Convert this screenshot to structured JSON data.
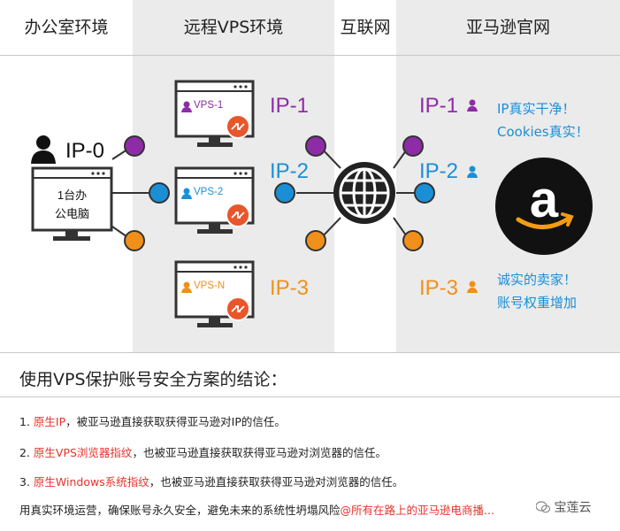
{
  "columns": {
    "office": "办公室环境",
    "vps": "远程VPS环境",
    "internet": "互联网",
    "amazon": "亚马逊官网"
  },
  "office": {
    "ip_label": "IP-0",
    "computer_line1": "1台办",
    "computer_line2": "公电脑"
  },
  "vps_monitors": [
    {
      "name": "VPS-1",
      "ip": "IP-1",
      "color": "#8e2ba6"
    },
    {
      "name": "VPS-2",
      "ip": "IP-2",
      "color": "#1a8fd6"
    },
    {
      "name": "VPS-N",
      "ip": "IP-3",
      "color": "#f0901a"
    }
  ],
  "internet_ips": [
    "IP-1",
    "IP-2",
    "IP-3"
  ],
  "amazon_notes": {
    "top_line1": "IP真实干净！",
    "top_line2": "Cookies真实！",
    "bottom_line1": "诚实的卖家！",
    "bottom_line2": "账号权重增加"
  },
  "conclusion": {
    "title": "使用VPS保护账号安全方案的结论：",
    "items": [
      {
        "num": "1. ",
        "highlight": "原生IP",
        "rest": "，被亚马逊直接获取获得亚马逊对IP的信任。"
      },
      {
        "num": "2. ",
        "highlight": "原生VPS浏览器指纹",
        "rest": "，也被亚马逊直接获取获得亚马逊对浏览器的信任。"
      },
      {
        "num": "3. ",
        "highlight": "原生Windows系统指纹",
        "rest": "，也被亚马逊直接获取获得亚马逊对浏览器的信任。"
      }
    ],
    "footer_text": "用真实环境运营，确保账号永久安全，避免未来的系统性坍塌风险",
    "footer_highlight": "@所有在路上的亚马逊电商播..."
  },
  "watermark": "宝莲云",
  "colors": {
    "purple": "#8e2ba6",
    "blue": "#1a8fd6",
    "orange": "#f0901a",
    "red": "#e8322b",
    "amazon_orange": "#f39c12"
  },
  "icons": [
    "user-icon",
    "remote-desktop-icon",
    "globe-icon",
    "amazon-logo",
    "wechat-icon"
  ]
}
